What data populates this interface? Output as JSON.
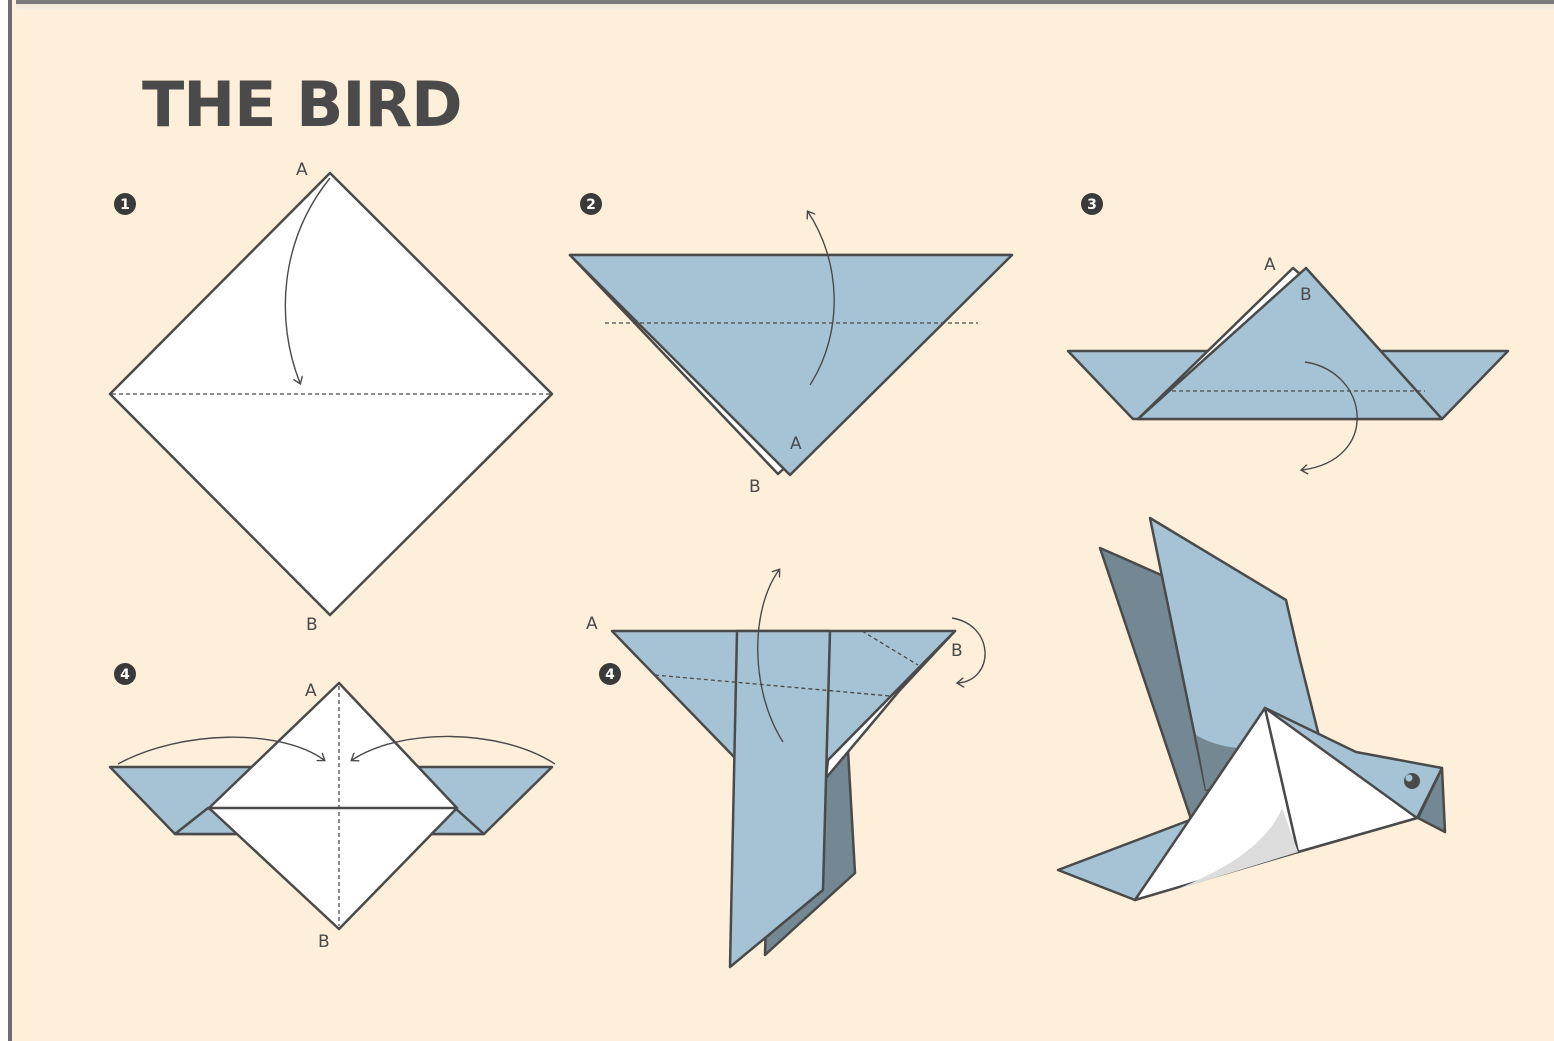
{
  "title": "THE BIRD",
  "colors": {
    "background": "#fdefd9",
    "paper_blue": "#a5c3d4",
    "paper_dark": "#748894",
    "paper_white": "#ffffff",
    "ink": "#4a4a4a"
  },
  "steps": [
    {
      "number": "1",
      "labels": [
        "A",
        "B"
      ]
    },
    {
      "number": "2",
      "labels": [
        "A",
        "B"
      ]
    },
    {
      "number": "3",
      "labels": [
        "A",
        "B"
      ]
    },
    {
      "number": "4",
      "labels": [
        "A",
        "B"
      ]
    },
    {
      "number": "4",
      "labels": [
        "A",
        "B"
      ]
    }
  ],
  "final_model": "bird"
}
